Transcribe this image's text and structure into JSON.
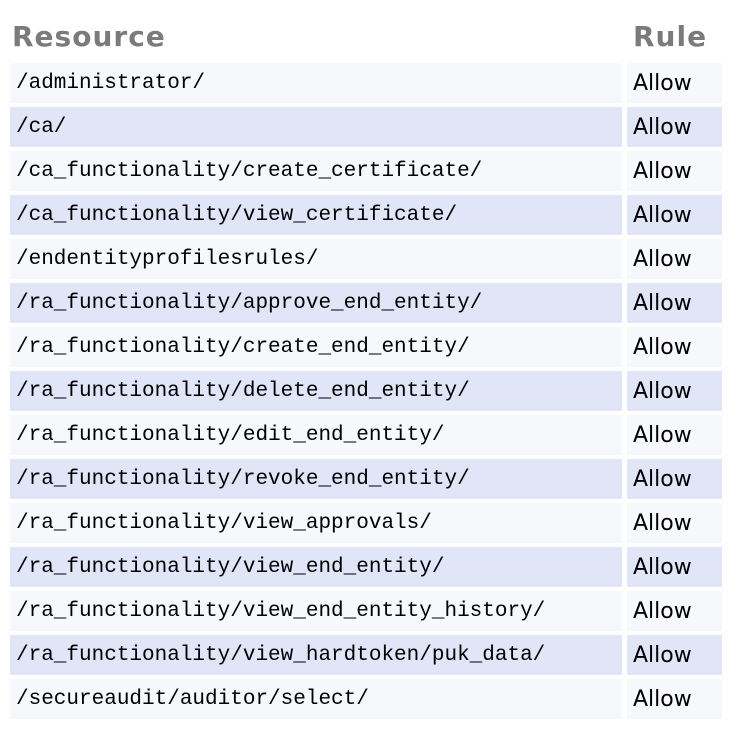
{
  "table": {
    "columns": {
      "resource": "Resource",
      "rule": "Rule"
    },
    "rows": [
      {
        "resource": "/administrator/",
        "rule": "Allow"
      },
      {
        "resource": "/ca/",
        "rule": "Allow"
      },
      {
        "resource": "/ca_functionality/create_certificate/",
        "rule": "Allow"
      },
      {
        "resource": "/ca_functionality/view_certificate/",
        "rule": "Allow"
      },
      {
        "resource": "/endentityprofilesrules/",
        "rule": "Allow"
      },
      {
        "resource": "/ra_functionality/approve_end_entity/",
        "rule": "Allow"
      },
      {
        "resource": "/ra_functionality/create_end_entity/",
        "rule": "Allow"
      },
      {
        "resource": "/ra_functionality/delete_end_entity/",
        "rule": "Allow"
      },
      {
        "resource": "/ra_functionality/edit_end_entity/",
        "rule": "Allow"
      },
      {
        "resource": "/ra_functionality/revoke_end_entity/",
        "rule": "Allow"
      },
      {
        "resource": "/ra_functionality/view_approvals/",
        "rule": "Allow"
      },
      {
        "resource": "/ra_functionality/view_end_entity/",
        "rule": "Allow"
      },
      {
        "resource": "/ra_functionality/view_end_entity_history/",
        "rule": "Allow"
      },
      {
        "resource": "/ra_functionality/view_hardtoken/puk_data/",
        "rule": "Allow"
      },
      {
        "resource": "/secureaudit/auditor/select/",
        "rule": "Allow"
      }
    ]
  },
  "colors": {
    "row_light": "#f7f8fc",
    "row_shaded": "#e0e5f8",
    "header_text": "#7b7b7b",
    "cell_text": "#000000",
    "page_background": "#ffffff"
  }
}
